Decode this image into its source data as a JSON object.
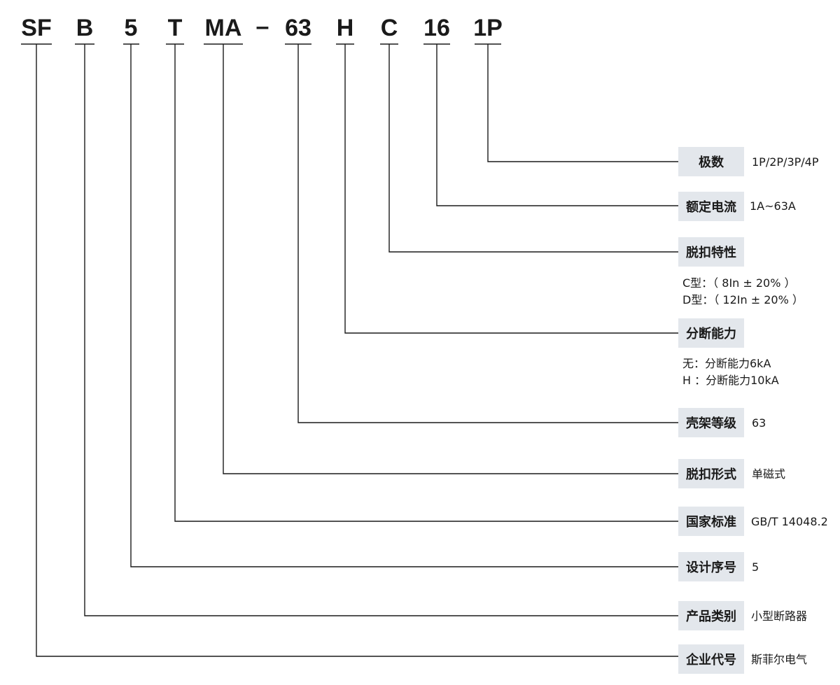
{
  "code": {
    "segments": [
      "SF",
      "B",
      "5",
      "T",
      "MA",
      "63",
      "H",
      "C",
      "16",
      "1P"
    ],
    "separator": "–"
  },
  "fields": [
    {
      "label": "极数",
      "values": [
        "1P/2P/3P/4P"
      ]
    },
    {
      "label": "额定电流",
      "values": [
        "1A~63A"
      ]
    },
    {
      "label": "脱扣特性",
      "values": [
        "C型：（ 8In ± 20% ）",
        "D型：（ 12In ± 20% ）"
      ]
    },
    {
      "label": "分断能力",
      "values": [
        "无：分断能力6kA",
        "H ：分断能力10kA"
      ]
    },
    {
      "label": "壳架等级",
      "values": [
        "63"
      ]
    },
    {
      "label": "脱扣形式",
      "values": [
        "单磁式"
      ]
    },
    {
      "label": "国家标准",
      "values": [
        "GB/T 14048.2"
      ]
    },
    {
      "label": "设计序号",
      "values": [
        "5"
      ]
    },
    {
      "label": "产品类别",
      "values": [
        "小型断路器"
      ]
    },
    {
      "label": "企业代号",
      "values": [
        "斯菲尔电气"
      ]
    }
  ],
  "colors": {
    "ink": "#1a1a1a",
    "label_bg": "#e3e7ec"
  }
}
